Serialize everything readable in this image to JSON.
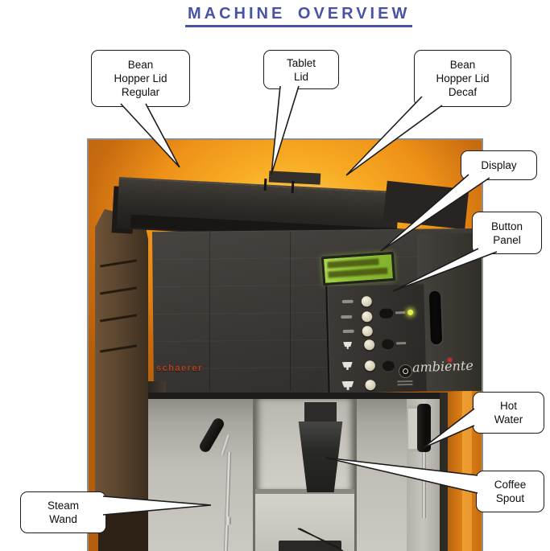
{
  "title": "MACHINE OVERVIEW",
  "colors": {
    "title_color": "#4953A5",
    "callout_border": "#1C1C1C",
    "orange_hi": "#FFD35A",
    "orange_mid": "#EE9118",
    "orange_dark": "#B25E0C",
    "panel_dark": "#3B3835",
    "lcd_green": "#8CBE33",
    "led_green": "#E2EF4A",
    "brand_red": "#B5401E",
    "silver": "#BFBDB5"
  },
  "machine": {
    "brand": "schaerer",
    "model": "ambiente"
  },
  "callouts": [
    {
      "id": "bean-hopper-lid-regular",
      "label": "Bean\nHopper Lid\nRegular"
    },
    {
      "id": "tablet-lid",
      "label": "Tablet\nLid"
    },
    {
      "id": "bean-hopper-lid-decaf",
      "label": "Bean\nHopper Lid\nDecaf"
    },
    {
      "id": "display",
      "label": "Display"
    },
    {
      "id": "button-panel",
      "label": "Button\nPanel"
    },
    {
      "id": "hot-water",
      "label": "Hot\nWater"
    },
    {
      "id": "coffee-spout",
      "label": "Coffee\nSpout"
    },
    {
      "id": "steam-wand",
      "label": "Steam\nWand"
    }
  ]
}
